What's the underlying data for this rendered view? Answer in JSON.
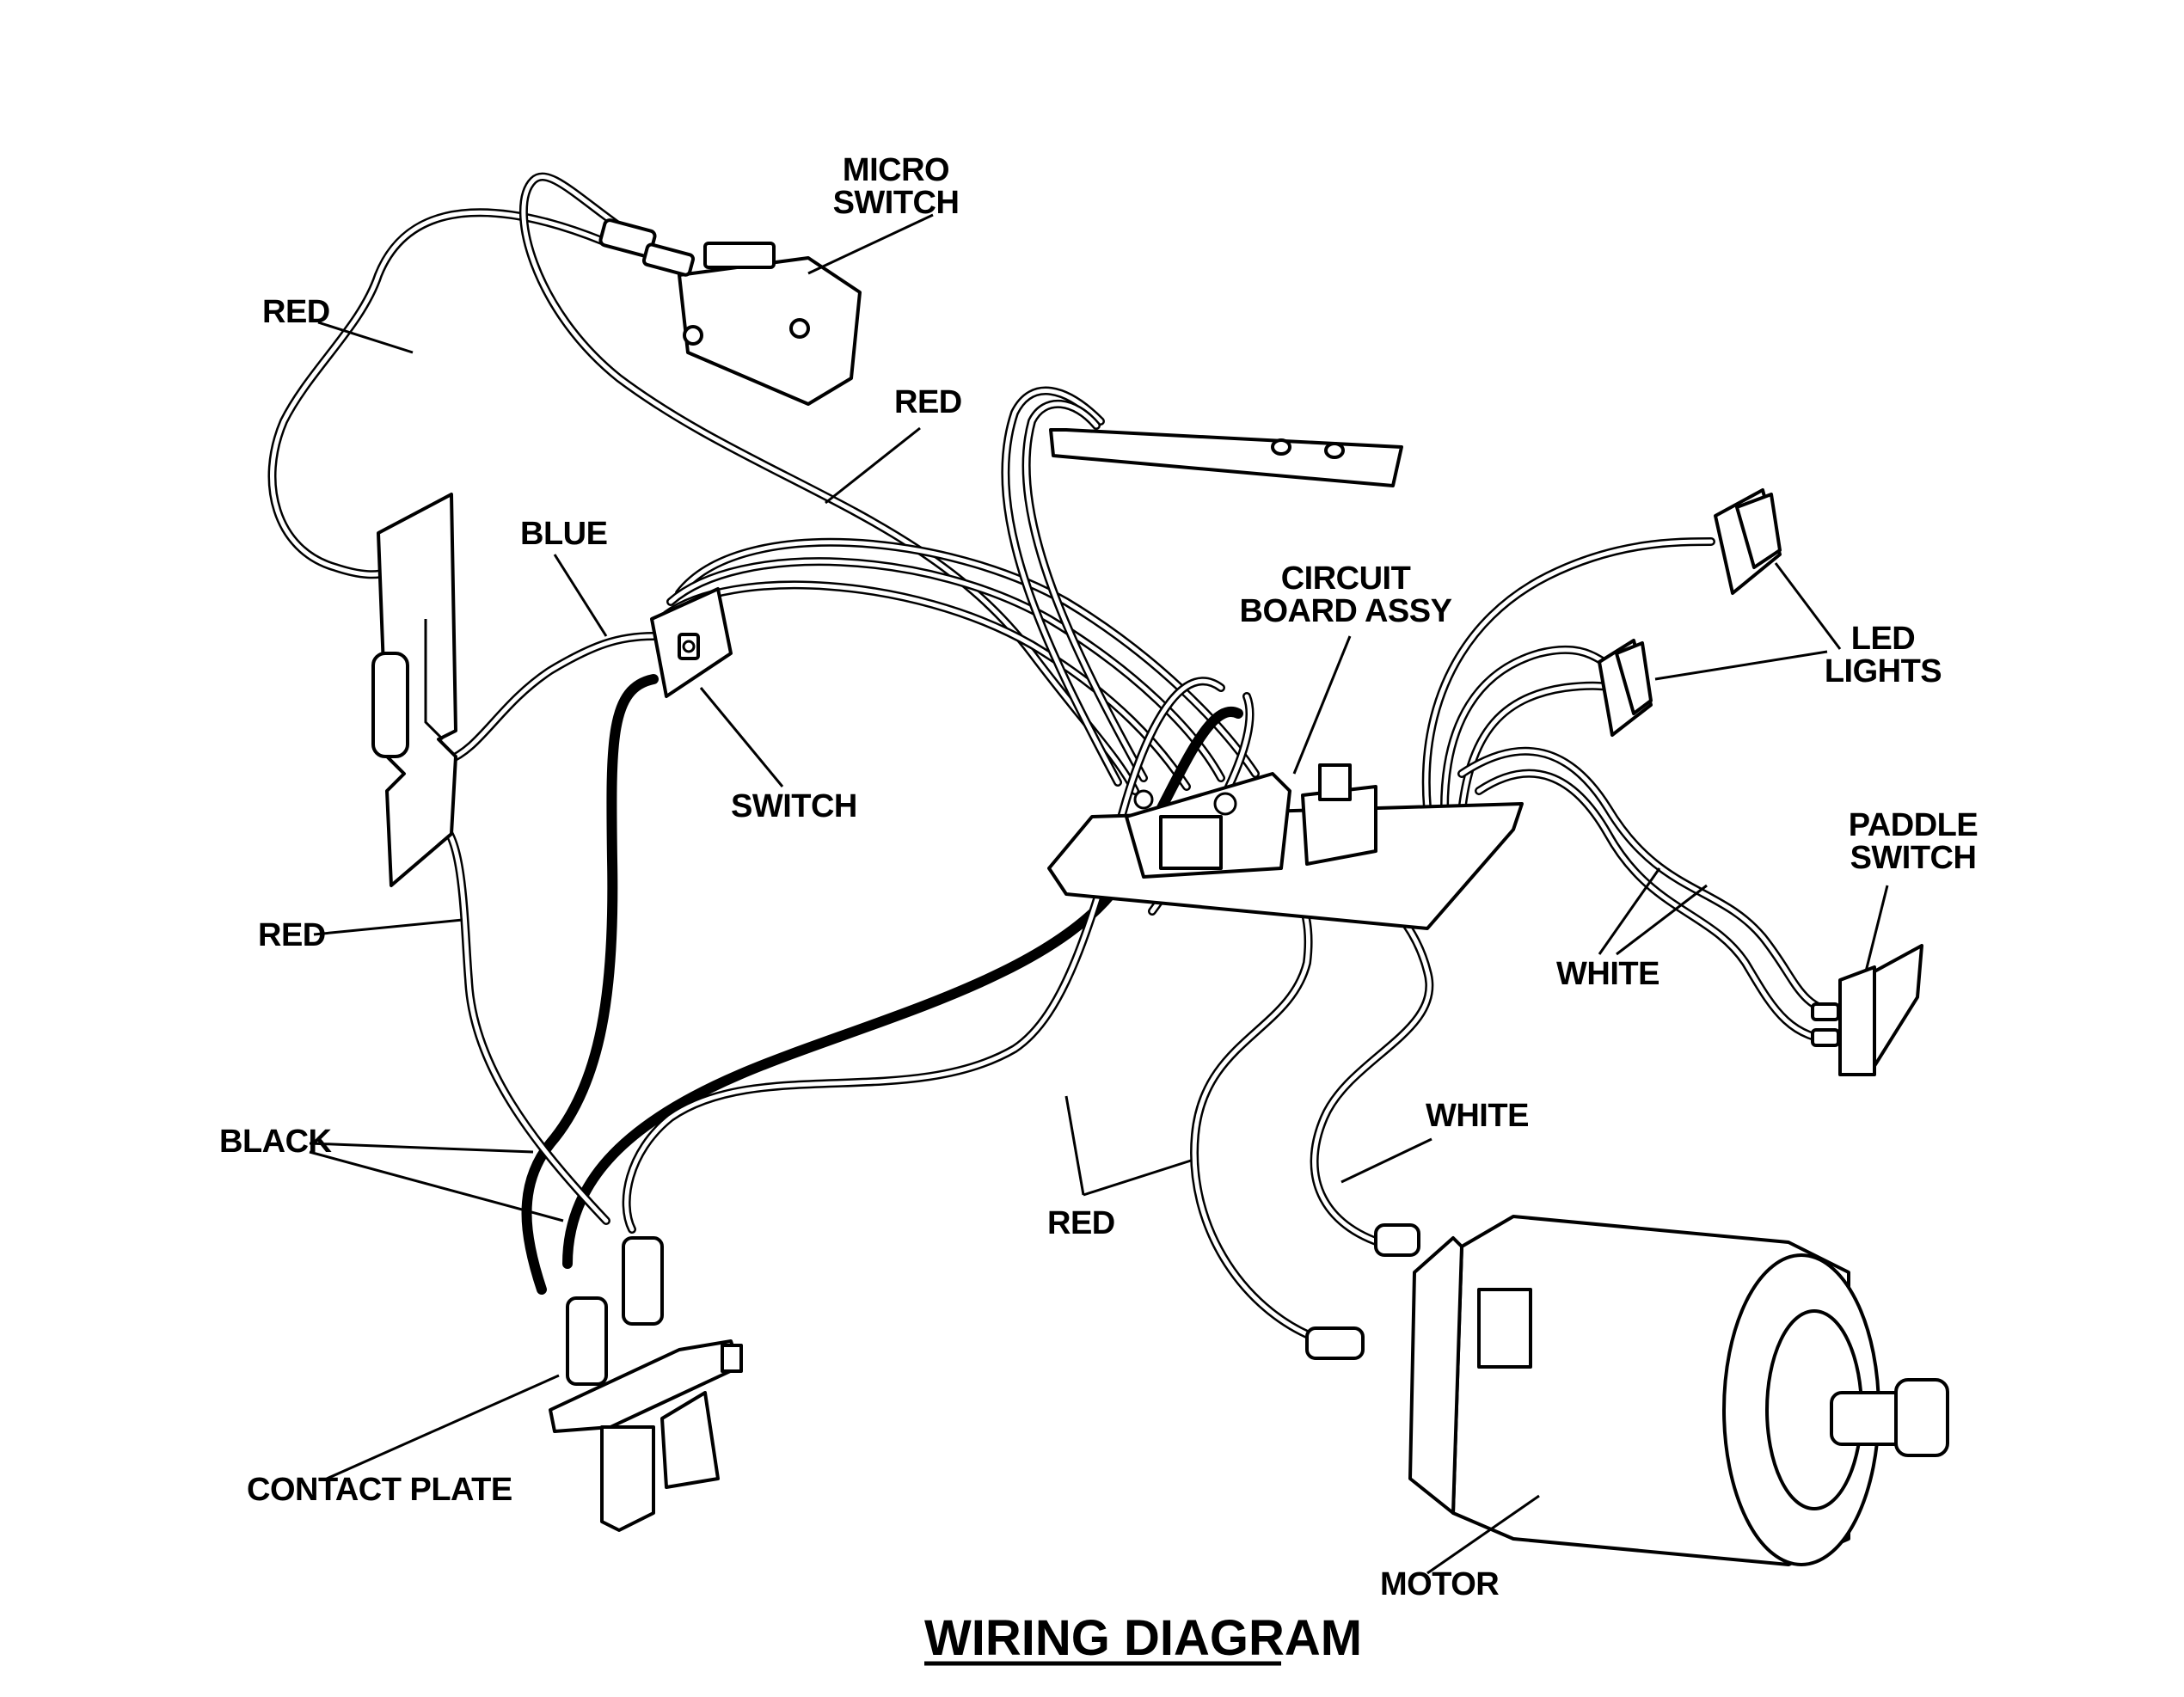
{
  "title": "WIRING DIAGRAM",
  "labels": {
    "micro_switch_1": "MICRO",
    "micro_switch_2": "SWITCH",
    "red_top_left": "RED",
    "red_top_mid": "RED",
    "blue": "BLUE",
    "switch": "SWITCH",
    "circuit_board_1": "CIRCUIT",
    "circuit_board_2": "BOARD ASSY",
    "led_lights_1": "LED",
    "led_lights_2": "LIGHTS",
    "paddle_switch_1": "PADDLE",
    "paddle_switch_2": "SWITCH",
    "white_right": "WHITE",
    "red_left": "RED",
    "black": "BLACK",
    "red_bottom": "RED",
    "white_motor": "WHITE",
    "contact_plate": "CONTACT PLATE",
    "motor": "MOTOR"
  }
}
